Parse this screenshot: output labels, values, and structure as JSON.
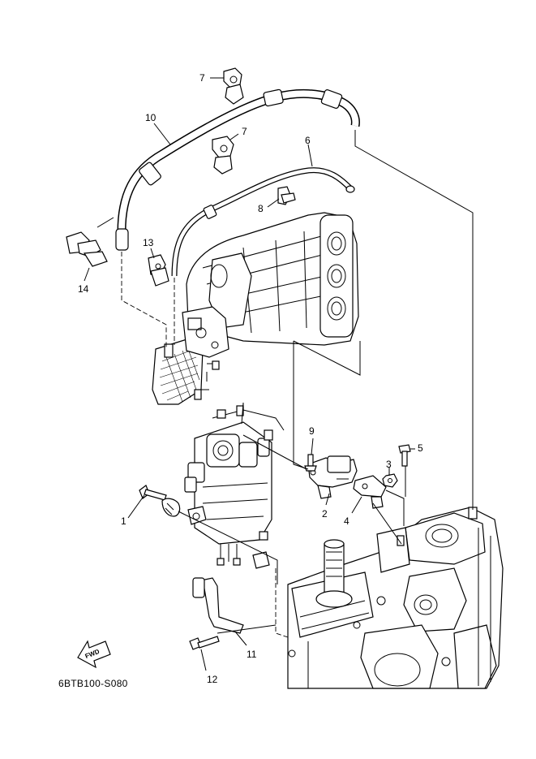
{
  "diagram": {
    "part_code": "6BTB100-S080",
    "fwd_label": "FWD",
    "callouts": {
      "c1": "1",
      "c2": "2",
      "c3": "3",
      "c4": "4",
      "c5": "5",
      "c6": "6",
      "c7a": "7",
      "c7b": "7",
      "c8": "8",
      "c9": "9",
      "c10": "10",
      "c11": "11",
      "c12": "12",
      "c13": "13",
      "c14": "14"
    }
  }
}
